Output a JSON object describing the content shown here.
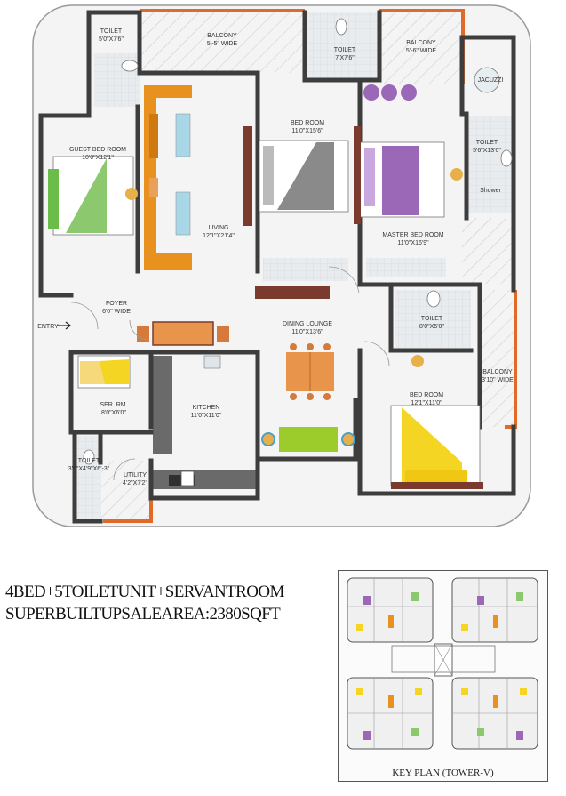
{
  "rooms": {
    "toilet1": {
      "name": "TOILET",
      "size": "5'0\"X7'6\""
    },
    "balcony1": {
      "name": "BALCONY",
      "size": "5'-5\" WIDE"
    },
    "toilet2": {
      "name": "TOILET",
      "size": "7'X7'6\""
    },
    "balcony2": {
      "name": "BALCONY",
      "size": "5'-6\" WIDE"
    },
    "jacuzzi": {
      "name": "JACUZZI"
    },
    "guest_bedroom": {
      "name": "GUEST BED ROOM",
      "size": "10'0\"X12'1\""
    },
    "bedroom1": {
      "name": "BED ROOM",
      "size": "11'0\"X15'6\""
    },
    "toilet3": {
      "name": "TOILET",
      "size": "5'6\"X13'0\""
    },
    "shower": {
      "name": "Shower"
    },
    "living": {
      "name": "LIVING",
      "size": "12'1\"X21'4\""
    },
    "master_bedroom": {
      "name": "MASTER BED ROOM",
      "size": "11'0\"X16'9\""
    },
    "foyer": {
      "name": "FOYER",
      "size": "6'0\" WIDE"
    },
    "entry": {
      "name": "ENTRY"
    },
    "dining": {
      "name": "DINING LOUNGE",
      "size": "11'0\"X13'6\""
    },
    "toilet4": {
      "name": "TOILET",
      "size": "8'0\"X5'0\""
    },
    "balcony3": {
      "name": "BALCONY",
      "size": "3'10\" WIDE"
    },
    "servant_room": {
      "name": "SER. RM.",
      "size": "8'0\"X6'0\""
    },
    "kitchen": {
      "name": "KITCHEN",
      "size": "11'0\"X11'0\""
    },
    "bedroom2": {
      "name": "BED ROOM",
      "size": "12'1\"X11'0\""
    },
    "toilet5": {
      "name": "TOILET",
      "size": "3'6\"X4'9\"X6'-3\""
    },
    "utility": {
      "name": "UTILITY",
      "size": "4'2\"X7'2\""
    }
  },
  "caption": {
    "line1": "4BED+5TOILETUNIT+SERVANTROOM",
    "line2": "SUPERBUILTUPSALEAREA:2380SQFT"
  },
  "key_plan": {
    "label": "KEY PLAN (TOWER-V)"
  },
  "colors": {
    "wall": "#3d3d3d",
    "balcony_edge": "#e06a2a",
    "sofa": "#e8911e",
    "bed_grey": "#8a8a8a",
    "bed_purple": "#9b68b8",
    "bed_green": "#8cc96e",
    "bed_yellow": "#f5d524",
    "sofa_green": "#9ccc2c",
    "dining_table": "#e8944a",
    "bath": "#a8d8e8"
  }
}
